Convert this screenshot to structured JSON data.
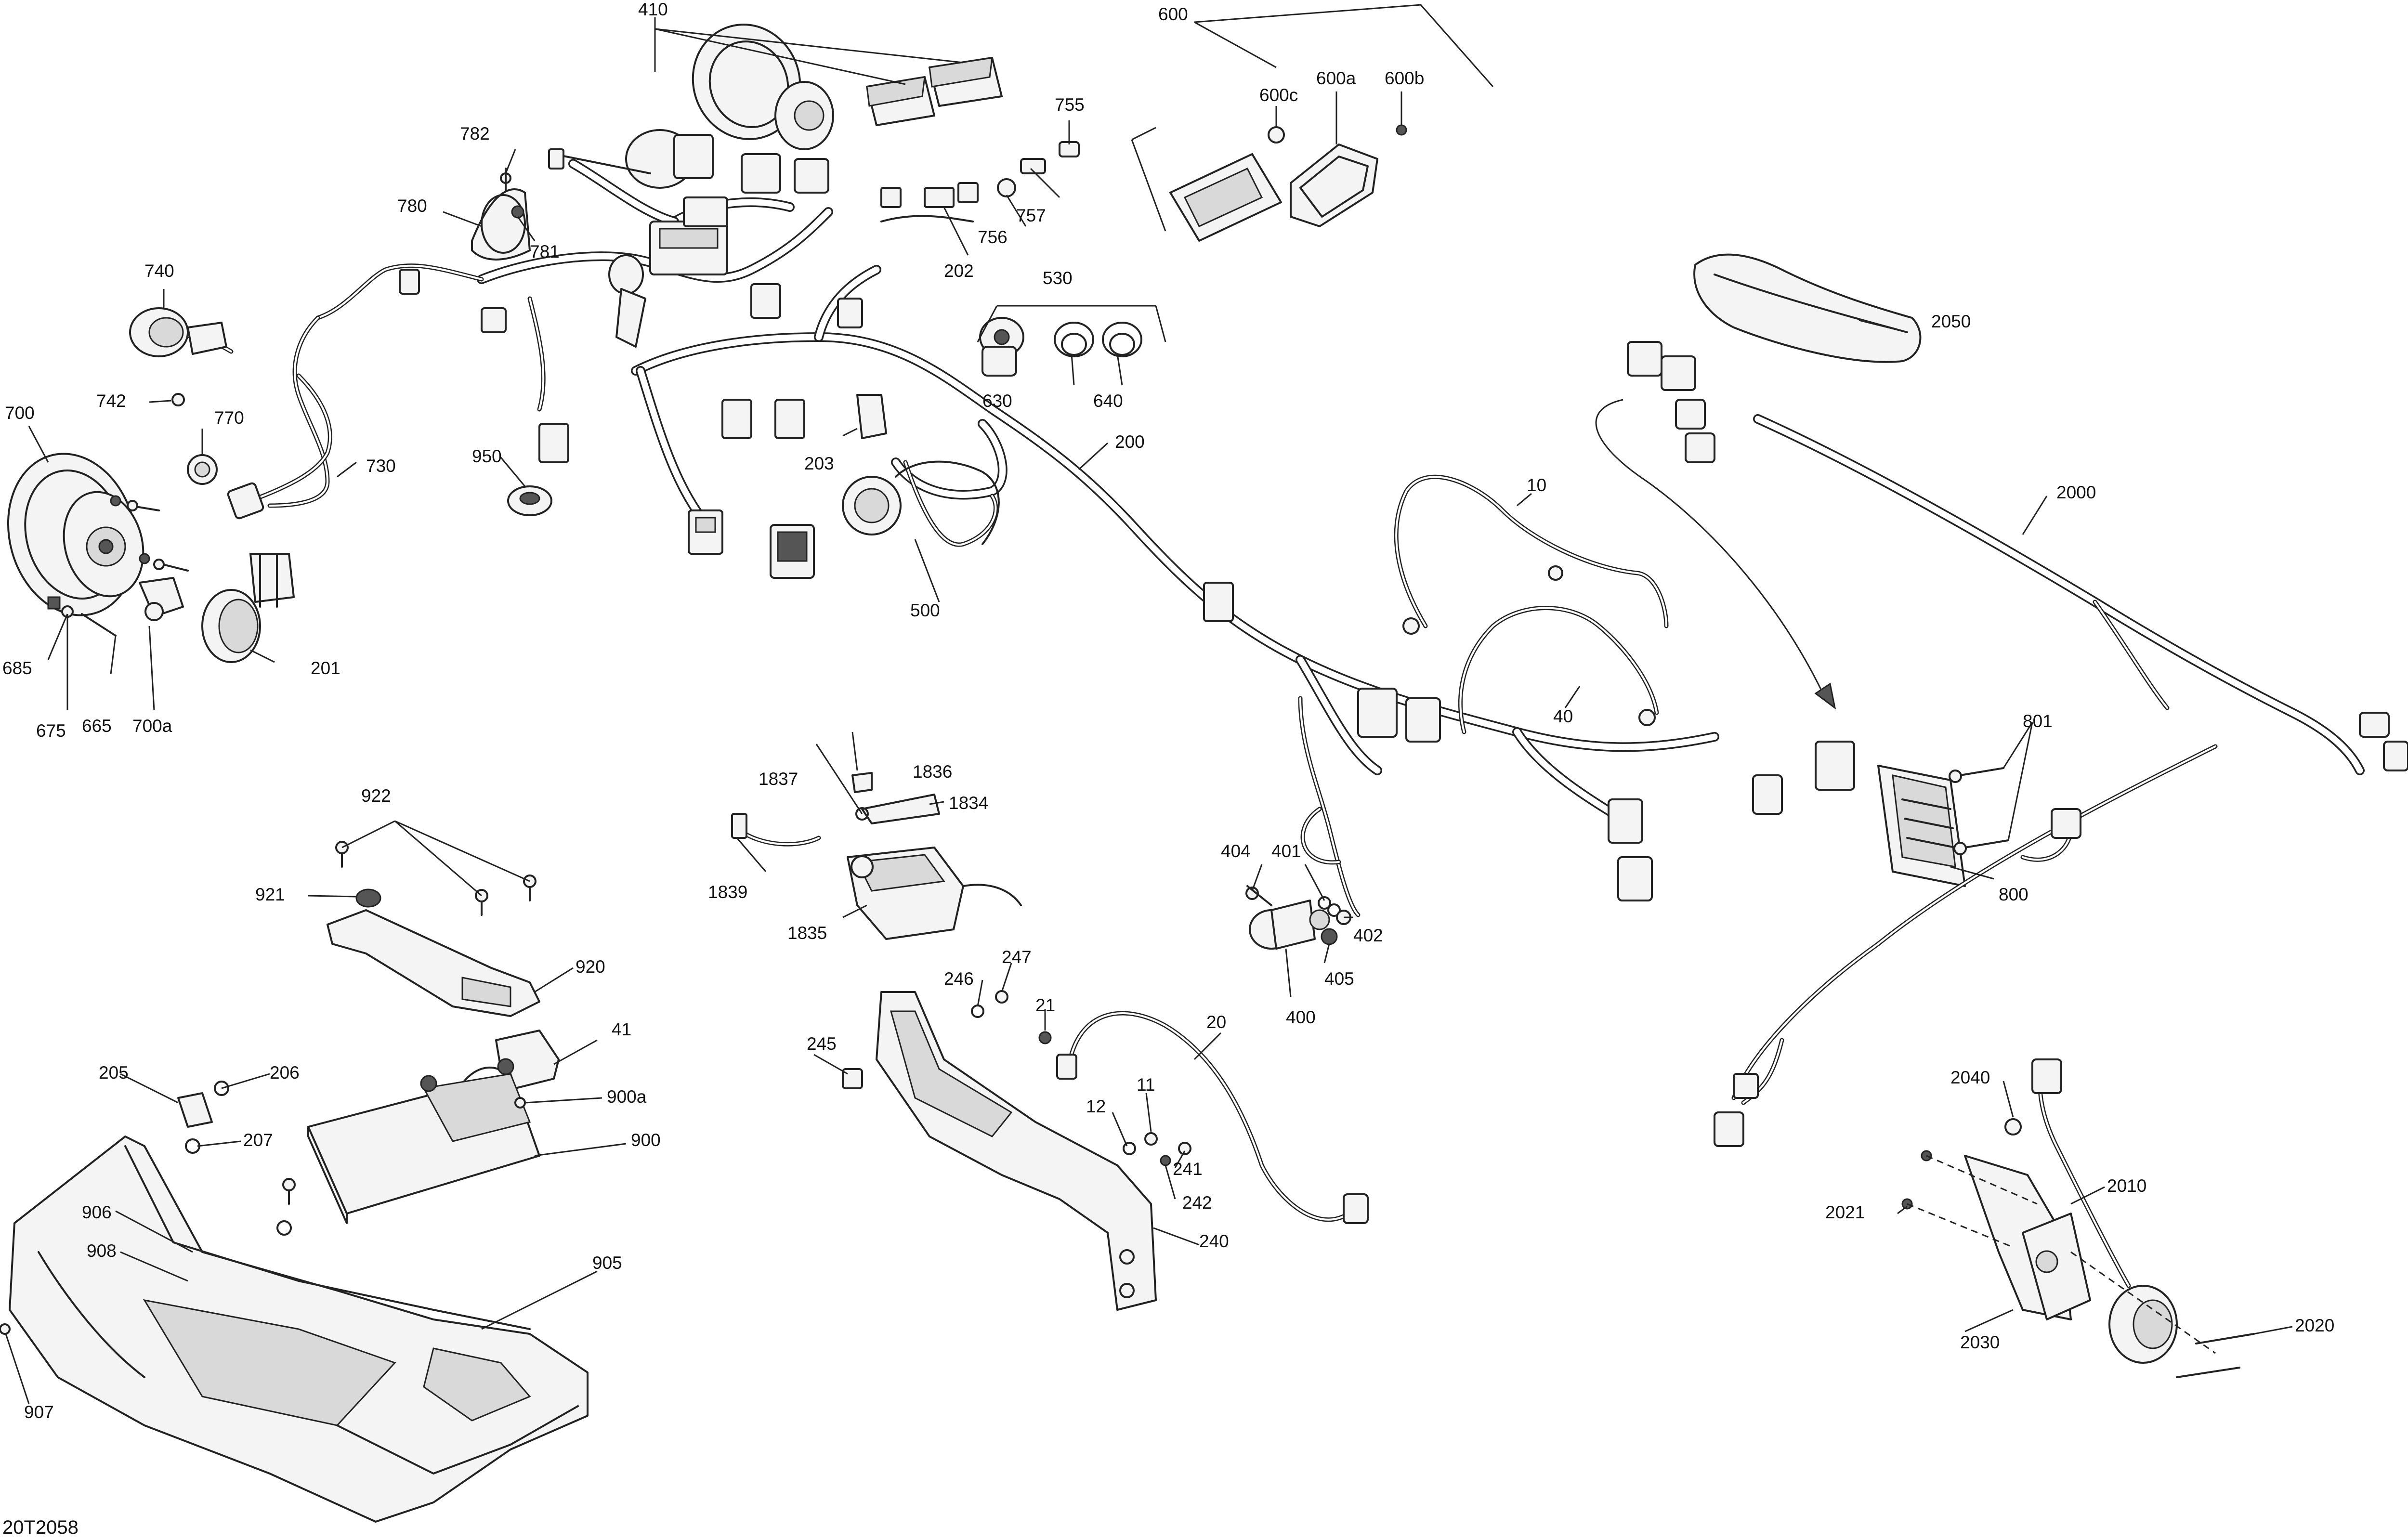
{
  "figure_code": "20T2058",
  "callouts": {
    "c10": "10",
    "c11": "11",
    "c12": "12",
    "c20": "20",
    "c21": "21",
    "c40": "40",
    "c41": "41",
    "c200": "200",
    "c201": "201",
    "c202": "202",
    "c203": "203",
    "c205": "205",
    "c206": "206",
    "c207": "207",
    "c240": "240",
    "c241": "241",
    "c242": "242",
    "c245": "245",
    "c246": "246",
    "c247": "247",
    "c400": "400",
    "c401": "401",
    "c402": "402",
    "c404": "404",
    "c405": "405",
    "c410": "410",
    "c500": "500",
    "c530": "530",
    "c600": "600",
    "c600a": "600a",
    "c600b": "600b",
    "c600c": "600c",
    "c630": "630",
    "c640": "640",
    "c665": "665",
    "c675": "675",
    "c685": "685",
    "c700": "700",
    "c700a": "700a",
    "c730": "730",
    "c740": "740",
    "c742": "742",
    "c755": "755",
    "c756": "756",
    "c757": "757",
    "c770": "770",
    "c780": "780",
    "c781": "781",
    "c782": "782",
    "c800": "800",
    "c801": "801",
    "c900": "900",
    "c900a": "900a",
    "c905": "905",
    "c906": "906",
    "c907": "907",
    "c908": "908",
    "c920": "920",
    "c921": "921",
    "c922": "922",
    "c950": "950",
    "c1834": "1834",
    "c1835": "1835",
    "c1836": "1836",
    "c1837": "1837",
    "c1839": "1839",
    "c2000": "2000",
    "c2010": "2010",
    "c2020": "2020",
    "c2021": "2021",
    "c2030": "2030",
    "c2040": "2040",
    "c2050": "2050"
  }
}
